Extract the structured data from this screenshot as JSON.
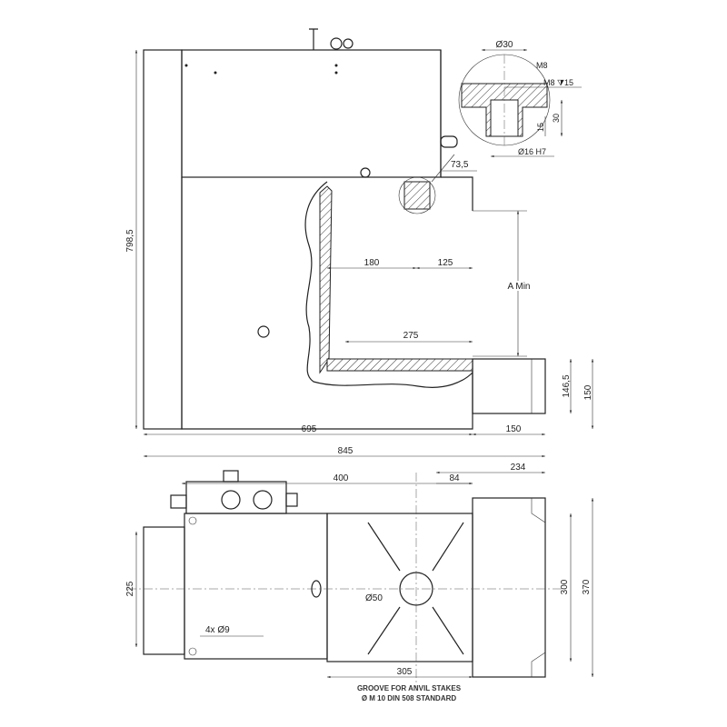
{
  "drawing": {
    "side_view": {
      "height_overall": "798,5",
      "width_body": "695",
      "width_anvil": "150",
      "width_overall": "845",
      "anvil_height_a": "146,5",
      "anvil_height_b": "150",
      "throat_height": "A Min",
      "throat_left": "180",
      "throat_right": "125",
      "throat_depth": "275",
      "offset": "73,5"
    },
    "detail": {
      "bore_diameter": "Ø30",
      "thread": "M8",
      "thread_depth": "M8 ⧩15",
      "depth_15": "15",
      "depth_30": "30",
      "pin_diameter": "Ø16 H7"
    },
    "top_view": {
      "dim_400": "400",
      "dim_84": "84",
      "dim_234": "234",
      "dim_225": "225",
      "dim_300": "300",
      "dim_370": "370",
      "hole_diameter": "Ø50",
      "mount_holes": "4x Ø9",
      "dim_305": "305"
    },
    "notes": {
      "line1": "GROOVE FOR ANVIL STAKES",
      "line2": "Ø M 10 DIN 508 STANDARD"
    }
  }
}
